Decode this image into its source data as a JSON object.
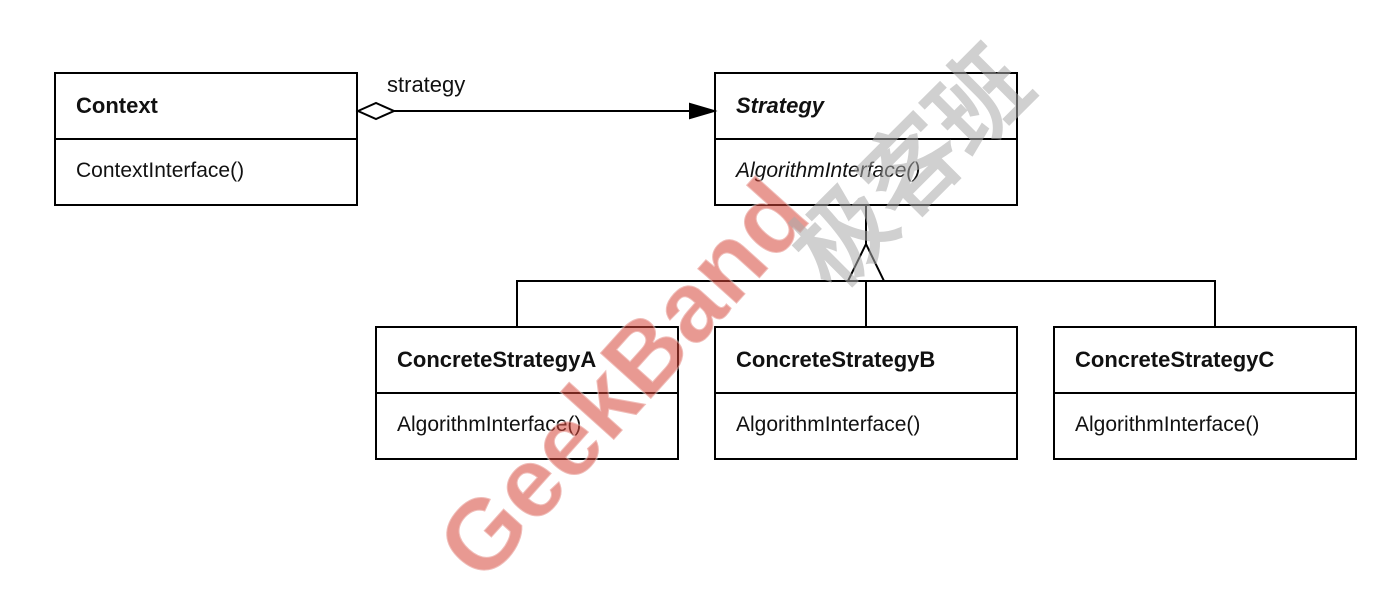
{
  "classes": {
    "context": {
      "name": "Context",
      "operation": "ContextInterface()"
    },
    "strategy": {
      "name": "Strategy",
      "operation": "AlgorithmInterface()",
      "abstract": true
    },
    "concrete_a": {
      "name": "ConcreteStrategyA",
      "operation": "AlgorithmInterface()"
    },
    "concrete_b": {
      "name": "ConcreteStrategyB",
      "operation": "AlgorithmInterface()"
    },
    "concrete_c": {
      "name": "ConcreteStrategyC",
      "operation": "AlgorithmInterface()"
    }
  },
  "relations": {
    "aggregation": {
      "from": "Context",
      "to": "Strategy",
      "role": "strategy"
    },
    "generalization": {
      "parent": "Strategy",
      "children": [
        "ConcreteStrategyA",
        "ConcreteStrategyB",
        "ConcreteStrategyC"
      ]
    }
  },
  "watermark": {
    "text_en": "GeekBand",
    "text_cn": "极客班",
    "color_en": "#d64638"
  },
  "colors": {
    "line": "#000000",
    "background": "#ffffff"
  }
}
